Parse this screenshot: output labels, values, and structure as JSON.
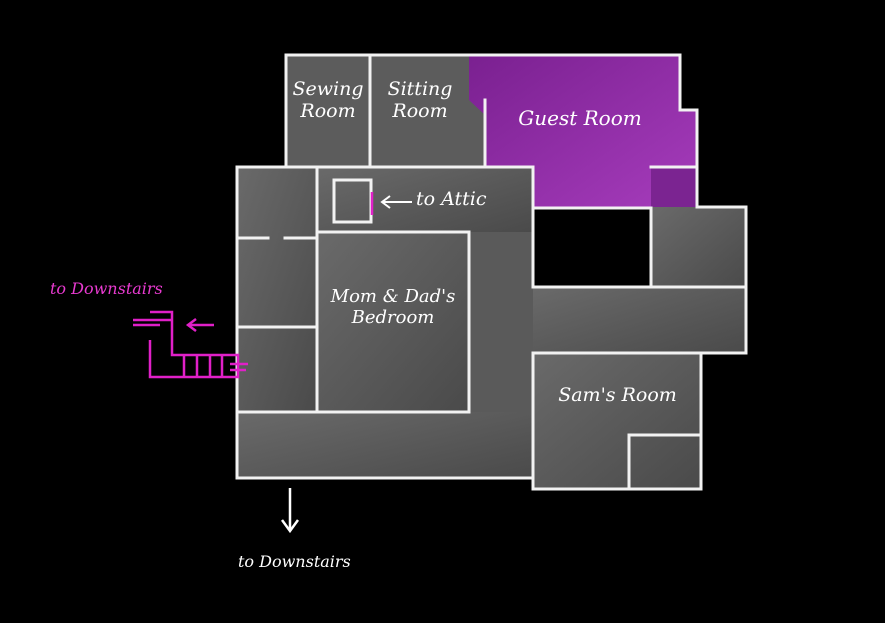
{
  "rooms": {
    "sewing": "Sewing\nRoom",
    "sitting": "Sitting\nRoom",
    "guest": "Guest Room",
    "parents": "Mom & Dad's\nBedroom",
    "sam": "Sam's Room"
  },
  "annotations": {
    "attic": "to Attic",
    "downstairs_left": "to Downstairs",
    "downstairs_bottom": "to Downstairs"
  },
  "colors": {
    "background": "#000000",
    "room_fill": "#5c5c5c",
    "guest_room": "#9a2fb0",
    "wall": "#f2f2f2",
    "stair_accent": "#e020c8"
  }
}
